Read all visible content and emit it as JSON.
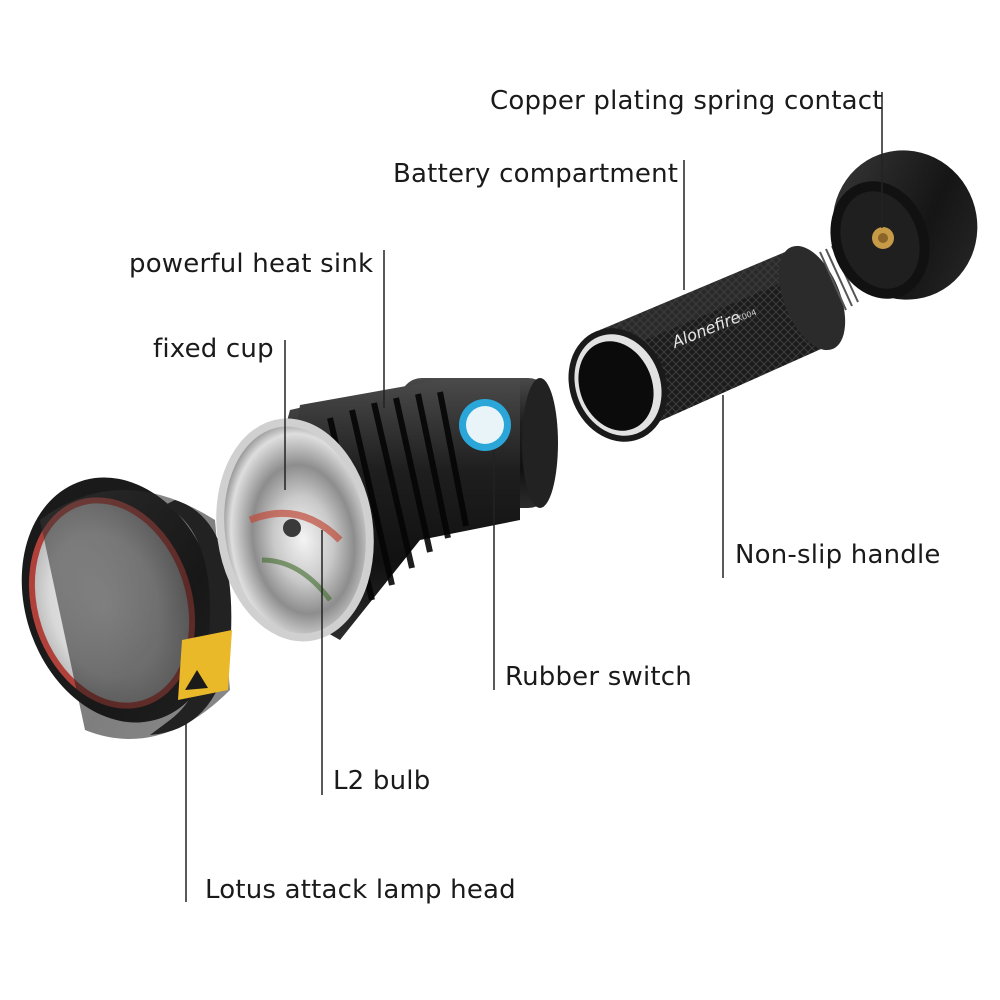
{
  "labels": {
    "spring_contact": "Copper plating spring contact",
    "battery_compartment": "Battery compartment",
    "heat_sink": "powerful heat sink",
    "fixed_cup": "fixed cup",
    "handle": "Non-slip handle",
    "switch": "Rubber switch",
    "bulb": "L2 bulb",
    "lamp_head": "Lotus attack lamp head"
  },
  "brand": {
    "logo_text": "Alonefire",
    "model_text": "X004"
  },
  "colors": {
    "body": "#1c1c1c",
    "metal": "#2b2b2b",
    "switch_ring": "#2aa6d8",
    "warning_label": "#e9b92a",
    "lens_ring": "#b0413a",
    "leader_line": "#222222"
  }
}
